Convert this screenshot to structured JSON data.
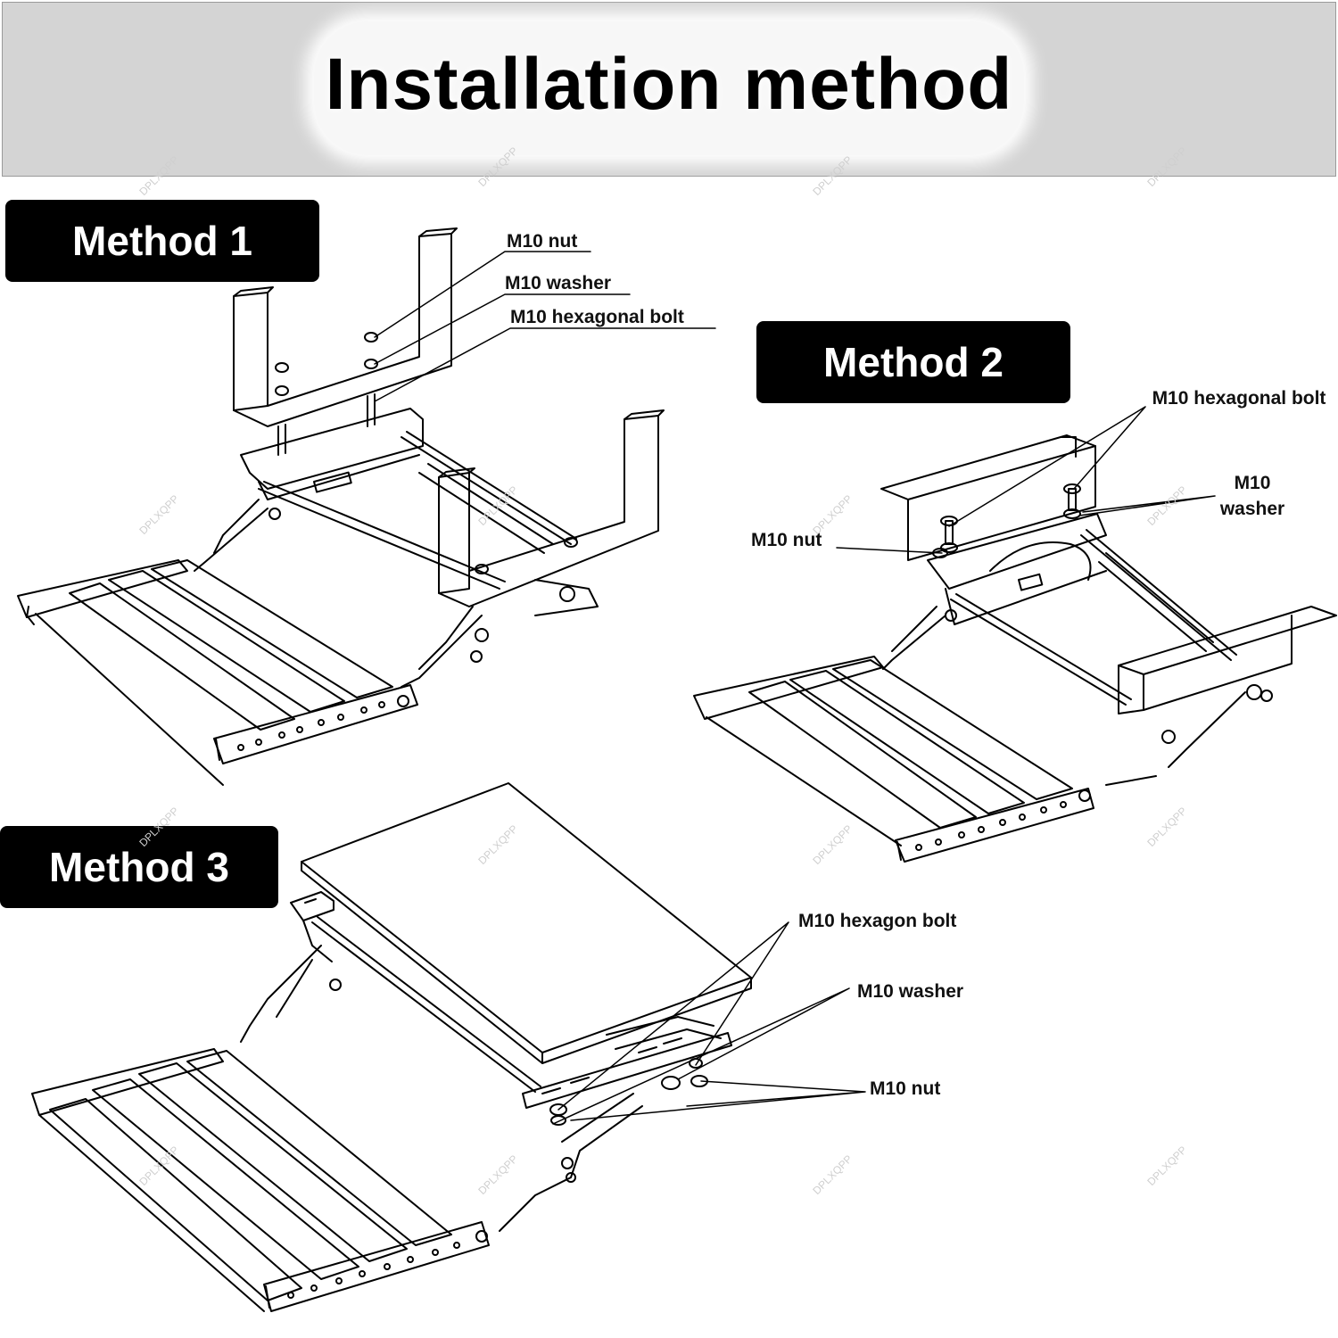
{
  "title": "Installation method",
  "watermark": "DPLXQPP",
  "methods": [
    {
      "label": "Method 1",
      "callouts": [
        "M10 nut",
        "M10 washer",
        "M10 hexagonal bolt"
      ]
    },
    {
      "label": "Method 2",
      "callouts": [
        "M10 hexagonal bolt",
        "M10 washer",
        "M10 nut"
      ]
    },
    {
      "label": "Method 3",
      "callouts": [
        "M10 hexagon bolt",
        "M10 washer",
        "M10 nut"
      ]
    }
  ],
  "colors": {
    "banner": "#d4d4d4",
    "label_bg": "#000000",
    "label_text": "#ffffff",
    "line": "#000000"
  }
}
